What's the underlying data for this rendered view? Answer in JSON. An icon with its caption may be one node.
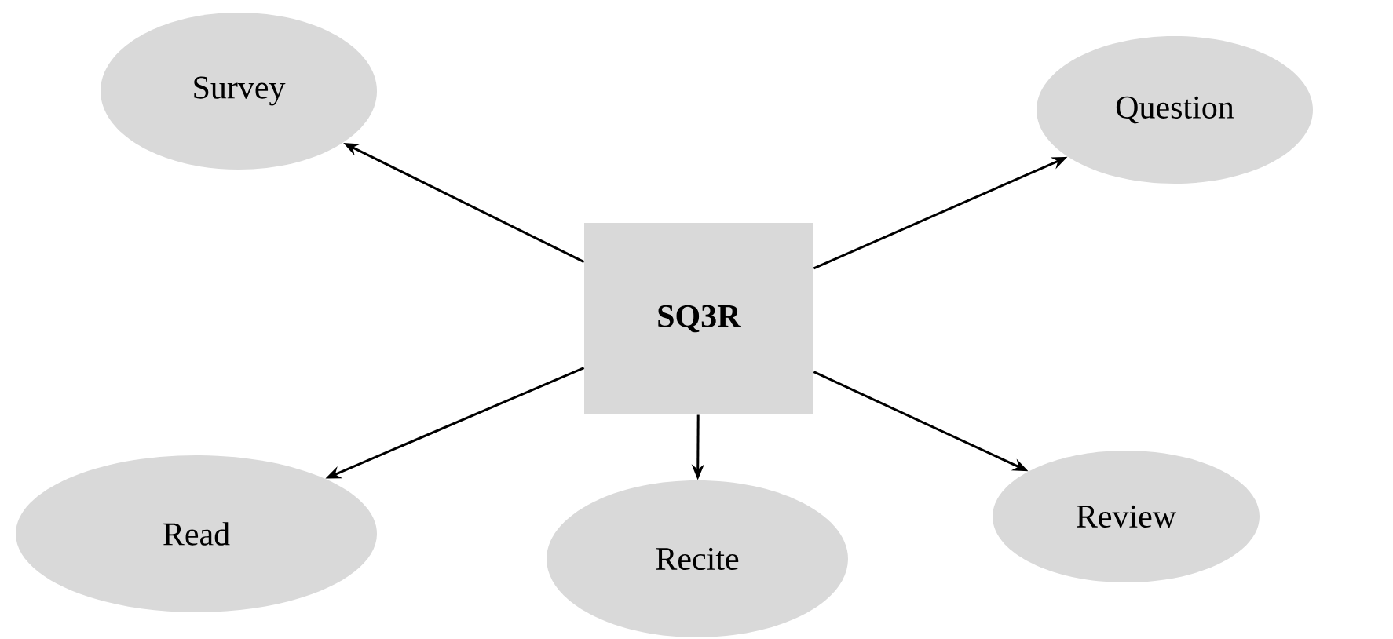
{
  "diagram": {
    "nodes": [
      {
        "text": [
          "**SQ3R**"
        ]
      },
      {
        "text": [
          "Survey"
        ]
      },
      {
        "text": [
          "Question"
        ]
      },
      {
        "text": [
          "Read"
        ]
      },
      {
        "text": [
          "Recite"
        ]
      },
      {
        "text": [
          "Review"
        ]
      }
    ],
    "edges": [
      {
        "from": 0,
        "to": 1,
        "arrow": "to"
      },
      {
        "from": 0,
        "to": 2,
        "arrow": "to"
      },
      {
        "from": 0,
        "to": 3,
        "arrow": "to"
      },
      {
        "from": 0,
        "to": 4,
        "arrow": "to"
      },
      {
        "from": 0,
        "to": 5,
        "arrow": "to"
      }
    ]
  }
}
